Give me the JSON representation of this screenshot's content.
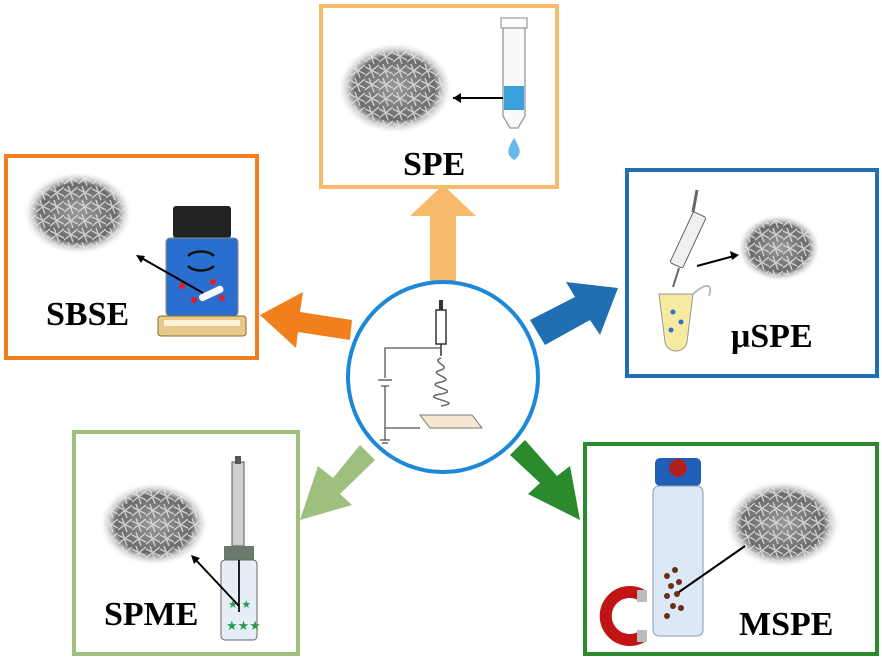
{
  "methods": {
    "spe": "SPE",
    "sbse": "SBSE",
    "uspe": "μSPE",
    "spme": "SPME",
    "mspe": "MSPE"
  },
  "colors": {
    "spe": "#f7b96a",
    "sbse": "#f07f1c",
    "uspe": "#1f6fb3",
    "spme": "#9fbf7f",
    "mspe": "#2b8a2b",
    "center_ring": "#1e88d8"
  }
}
